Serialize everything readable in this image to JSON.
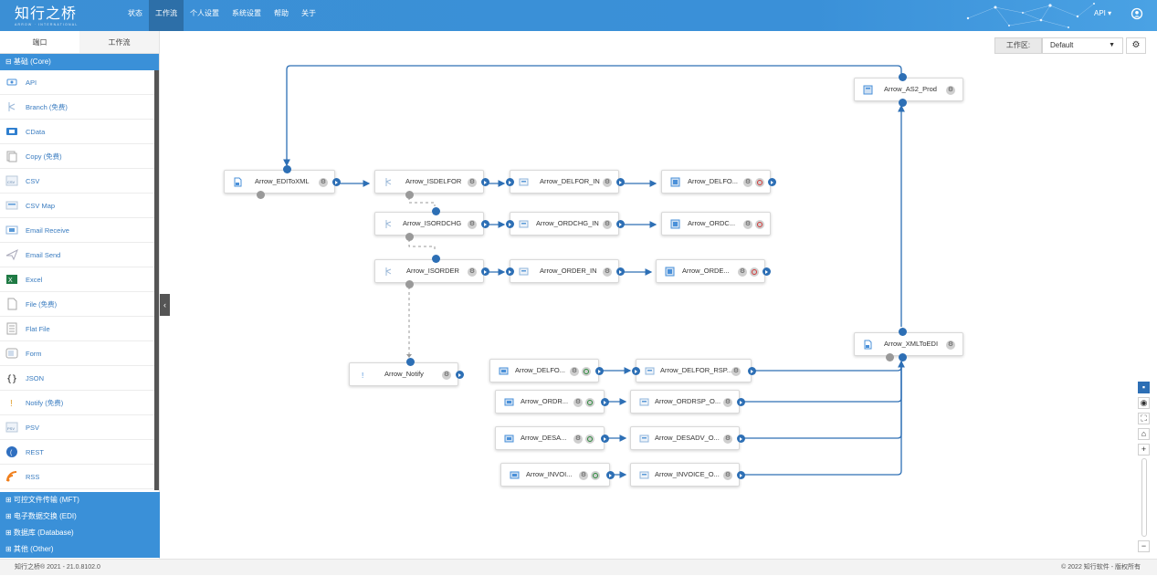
{
  "header": {
    "logo_text": "知行之桥",
    "logo_sub": "ARROW · INTERNATIONAL",
    "nav": [
      "状态",
      "工作流",
      "个人设置",
      "系统设置",
      "帮助",
      "关于"
    ],
    "active_nav": 1,
    "api_menu": "API ▾"
  },
  "sidebar": {
    "tabs": [
      "端口",
      "工作流"
    ],
    "group_core": "⊟ 基础 (Core)",
    "items": [
      {
        "label": "API",
        "icon": "api-icon"
      },
      {
        "label": "Branch (免费)",
        "icon": "branch-icon"
      },
      {
        "label": "CData",
        "icon": "cdata-icon"
      },
      {
        "label": "Copy (免费)",
        "icon": "copy-icon"
      },
      {
        "label": "CSV",
        "icon": "csv-icon"
      },
      {
        "label": "CSV Map",
        "icon": "csv-map-icon"
      },
      {
        "label": "Email Receive",
        "icon": "email-receive-icon"
      },
      {
        "label": "Email Send",
        "icon": "email-send-icon"
      },
      {
        "label": "Excel",
        "icon": "excel-icon"
      },
      {
        "label": "File (免费)",
        "icon": "file-icon"
      },
      {
        "label": "Flat File",
        "icon": "flat-file-icon"
      },
      {
        "label": "Form",
        "icon": "form-icon"
      },
      {
        "label": "JSON",
        "icon": "json-icon"
      },
      {
        "label": "Notify (免费)",
        "icon": "notify-icon"
      },
      {
        "label": "PSV",
        "icon": "psv-icon"
      },
      {
        "label": "REST",
        "icon": "rest-icon"
      },
      {
        "label": "RSS",
        "icon": "rss-icon"
      }
    ],
    "groups_bottom": [
      "⊞ 可控文件传输 (MFT)",
      "⊞ 电子数据交换 (EDI)",
      "⊞ 数据库 (Database)",
      "⊞ 其他 (Other)"
    ]
  },
  "workspace": {
    "label": "工作区:",
    "selected": "Default"
  },
  "nodes": [
    {
      "label": "Arrow_AS2_Prod"
    },
    {
      "label": "Arrow_EDIToXML"
    },
    {
      "label": "Arrow_ISDELFOR"
    },
    {
      "label": "Arrow_DELFOR_IN"
    },
    {
      "label": "Arrow_DELFO..."
    },
    {
      "label": "Arrow_ISORDCHG"
    },
    {
      "label": "Arrow_ORDCHG_IN"
    },
    {
      "label": "Arrow_ORDC..."
    },
    {
      "label": "Arrow_ISORDER"
    },
    {
      "label": "Arrow_ORDER_IN"
    },
    {
      "label": "Arrow_ORDE..."
    },
    {
      "label": "Arrow_XMLToEDI"
    },
    {
      "label": "Arrow_Notify"
    },
    {
      "label": "Arrow_DELFO..."
    },
    {
      "label": "Arrow_DELFOR_RSP..."
    },
    {
      "label": "Arrow_ORDR..."
    },
    {
      "label": "Arrow_ORDRSP_O..."
    },
    {
      "label": "Arrow_DESA..."
    },
    {
      "label": "Arrow_DESADV_O..."
    },
    {
      "label": "Arrow_INVOI..."
    },
    {
      "label": "Arrow_INVOICE_O..."
    }
  ],
  "footer": {
    "left": "知行之桥® 2021 - 21.0.8102.0",
    "right": "© 2022 知行软件 - 版权所有"
  },
  "colors": {
    "accent": "#3a90d8",
    "edge": "#2d6fb5",
    "error": "#d23b3b"
  }
}
